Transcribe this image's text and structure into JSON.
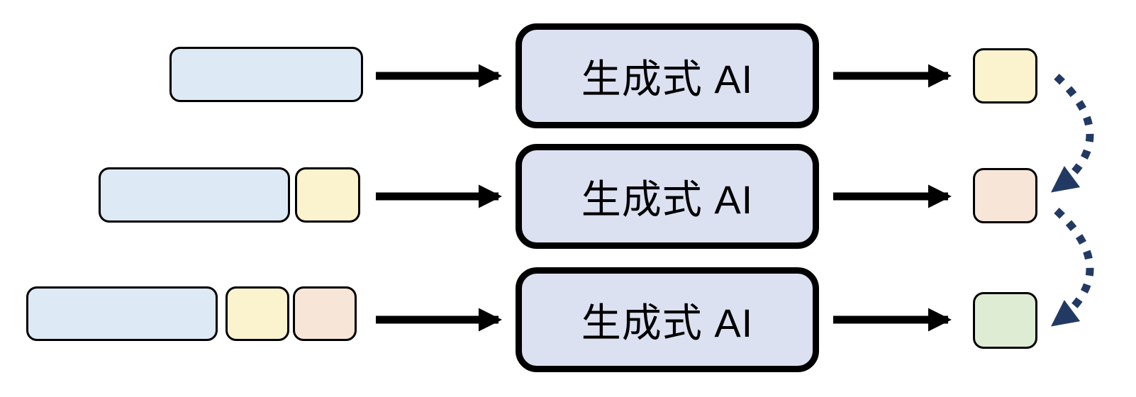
{
  "colors": {
    "background": "#ffffff",
    "context_blue": "#dde9f5",
    "token_yellow": "#fbf2ce",
    "token_orange": "#f7e6d8",
    "token_green": "#dfecd4",
    "ai_box_fill": "#dbe1f1",
    "box_outline": "#000000",
    "arrow_black": "#000000",
    "dashed_navy": "#223a63"
  },
  "rows": [
    {
      "ai_label": "生成式 AI",
      "input_blocks": [
        "context_blue"
      ],
      "output_block": "token_yellow"
    },
    {
      "ai_label": "生成式 AI",
      "input_blocks": [
        "context_blue",
        "token_yellow"
      ],
      "output_block": "token_orange"
    },
    {
      "ai_label": "生成式 AI",
      "input_blocks": [
        "context_blue",
        "token_yellow",
        "token_orange"
      ],
      "output_block": "token_green"
    }
  ],
  "dashed_links": [
    {
      "from": "row-1-output",
      "to": "row-2-output"
    },
    {
      "from": "row-2-output",
      "to": "row-3-output"
    }
  ]
}
